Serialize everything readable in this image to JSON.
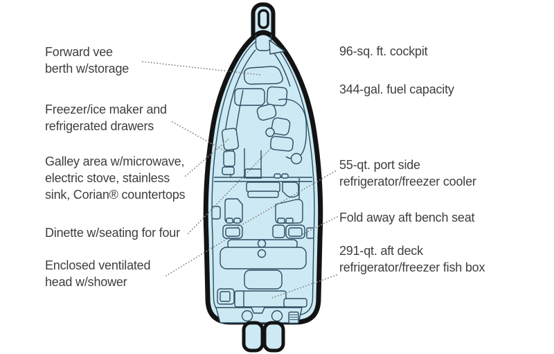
{
  "diagram_type": "boat-deck-plan-callout-diagram",
  "background_color": "#ffffff",
  "colors": {
    "hull_fill": "#cde9f4",
    "hull_outline": "#131313",
    "interior_line": "#2b4c60",
    "leader_dots": "#8c8c8c",
    "label_text": "#3e3e40"
  },
  "labels": {
    "left": [
      {
        "id": "forward-vee-berth",
        "text": "Forward vee\nberth w/storage",
        "has_leader": true
      },
      {
        "id": "freezer-ice-maker",
        "text": "Freezer/ice maker and\nrefrigerated drawers",
        "has_leader": true
      },
      {
        "id": "galley-area",
        "text": "Galley area w/microwave,\nelectric stove, stainless\nsink, Corian® countertops",
        "has_leader": true
      },
      {
        "id": "dinette",
        "text": "Dinette w/seating for four",
        "has_leader": true
      },
      {
        "id": "enclosed-head",
        "text": "Enclosed ventilated\nhead w/shower",
        "has_leader": true
      }
    ],
    "right": [
      {
        "id": "cockpit-area",
        "text": "96-sq. ft. cockpit",
        "has_leader": false
      },
      {
        "id": "fuel-capacity",
        "text": "344-gal. fuel capacity",
        "has_leader": false
      },
      {
        "id": "port-side-cooler",
        "text": "55-qt. port side\nrefrigerator/freezer cooler",
        "has_leader": true
      },
      {
        "id": "aft-bench-seat",
        "text": "Fold away aft bench seat",
        "has_leader": true
      },
      {
        "id": "aft-deck-fish-box",
        "text": "291-qt. aft deck\nrefrigerator/freezer fish box",
        "has_leader": true
      }
    ]
  }
}
